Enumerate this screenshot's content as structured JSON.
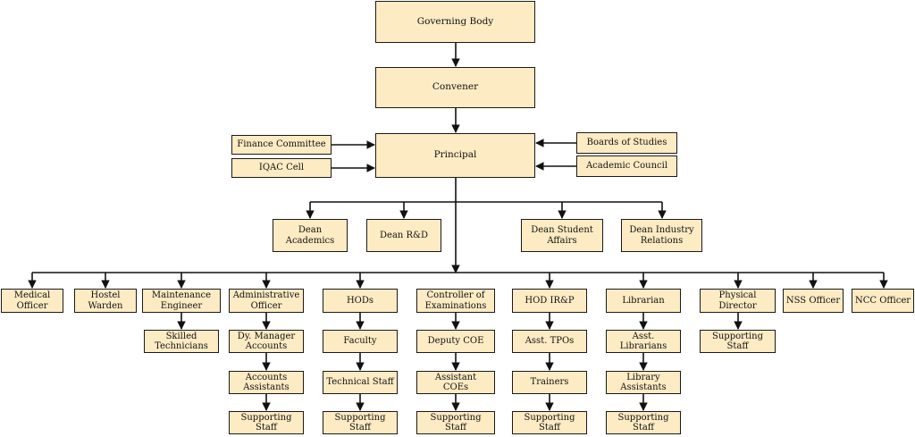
{
  "nodes": {
    "governing_body": "Governing Body",
    "convener": "Convener",
    "principal": "Principal",
    "finance_committee": "Finance Committee",
    "iqac_cell": "IQAC Cell",
    "boards_of_studies": "Boards of Studies",
    "academic_council": "Academic Council",
    "dean_academics": "Dean\nAcademics",
    "dean_rd": "Dean R&D",
    "dean_student_affairs": "Dean Student\nAffairs",
    "dean_industry_relations": "Dean Industry\nRelations",
    "medical_officer": "Medical\nOfficer",
    "hostel_warden": "Hostel\nWarden",
    "maintenance_engineer": "Maintenance\nEngineer",
    "skilled_technicians": "Skilled\nTechnicians",
    "administrative_officer": "Administrative\nOfficer",
    "dy_manager_accounts": "Dy. Manager\nAccounts",
    "accounts_assistants": "Accounts\nAssistants",
    "supporting_staff_admin": "Supporting\nStaff",
    "hods": "HODs",
    "faculty": "Faculty",
    "technical_staff": "Technical Staff",
    "supporting_staff_hods": "Supporting\nStaff",
    "controller_of_examinations": "Controller of\nExaminations",
    "deputy_coe": "Deputy COE",
    "assistant_coes": "Assistant\nCOEs",
    "supporting_staff_coe": "Supporting\nStaff",
    "hod_irp": "HOD IR&P",
    "asst_tpos": "Asst. TPOs",
    "trainers": "Trainers",
    "supporting_staff_irp": "Supporting\nStaff",
    "librarian": "Librarian",
    "asst_librarians": "Asst.\nLibrarians",
    "library_assistants": "Library\nAssistants",
    "supporting_staff_library": "Supporting\nStaff",
    "physical_director": "Physical\nDirector",
    "supporting_staff_pd": "Supporting\nStaff",
    "nss_officer": "NSS Officer",
    "ncc_officer": "NCC Officer"
  }
}
